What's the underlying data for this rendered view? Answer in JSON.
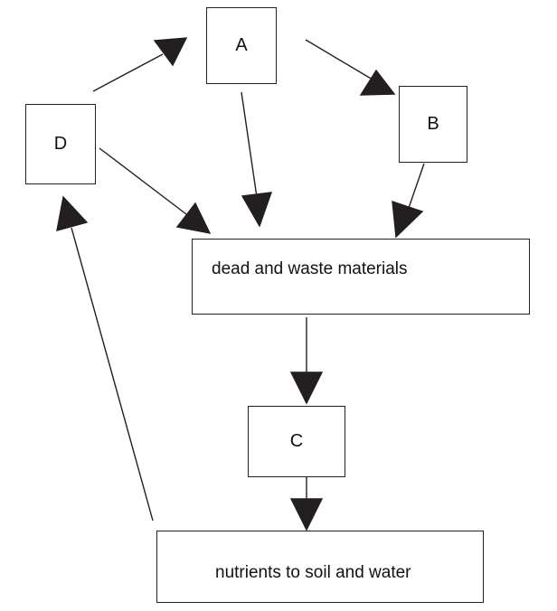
{
  "nodes": {
    "a": "A",
    "b": "B",
    "c": "C",
    "d": "D",
    "dead": "dead and waste materials",
    "nutrients": "nutrients to soil and water"
  },
  "edges": [
    {
      "from": "A",
      "to": "B"
    },
    {
      "from": "A",
      "to": "dead and waste materials"
    },
    {
      "from": "B",
      "to": "dead and waste materials"
    },
    {
      "from": "D",
      "to": "A"
    },
    {
      "from": "D",
      "to": "dead and waste materials"
    },
    {
      "from": "dead and waste materials",
      "to": "C"
    },
    {
      "from": "C",
      "to": "nutrients to soil and water"
    },
    {
      "from": "nutrients to soil and water",
      "to": "D"
    }
  ]
}
